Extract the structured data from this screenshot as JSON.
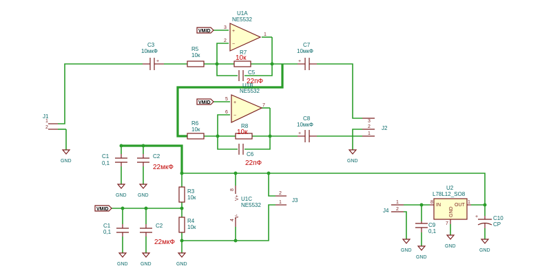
{
  "components": {
    "u1a": {
      "ref": "U1A",
      "value": "NE5532",
      "pins": [
        "3",
        "2",
        "1"
      ],
      "plus": "+",
      "minus": "−"
    },
    "u1b": {
      "ref": "U1B",
      "value": "NE5532",
      "pins": [
        "5",
        "6",
        "7"
      ],
      "plus": "+",
      "minus": "−"
    },
    "u1c": {
      "ref": "U1C",
      "value": "NE5532",
      "vplus": "V+",
      "vminus": "V-",
      "pin_top": "8",
      "pin_bottom": "4"
    },
    "c3": {
      "ref": "C3",
      "value": "10мкФ"
    },
    "c7": {
      "ref": "C7",
      "value": "10мкФ"
    },
    "c8": {
      "ref": "C8",
      "value": "10мкФ"
    },
    "r5": {
      "ref": "R5",
      "value": "10к"
    },
    "r6": {
      "ref": "R6",
      "value": "10к"
    },
    "r7": {
      "ref": "R7",
      "value": "10к"
    },
    "r8": {
      "ref": "R8",
      "value": "10к"
    },
    "r3": {
      "ref": "R3",
      "value": "10к"
    },
    "r4": {
      "ref": "R4",
      "value": "10к"
    },
    "c5": {
      "ref": "C5",
      "value": "22пФ"
    },
    "c6": {
      "ref": "C6",
      "value": "22пФ"
    },
    "c1_top": {
      "ref": "C1",
      "value": "0,1"
    },
    "c2_top": {
      "ref": "C2",
      "value": "22мкФ"
    },
    "c1_bot": {
      "ref": "C1",
      "value": "0,1"
    },
    "c2_bot": {
      "ref": "C2",
      "value": "22мкФ"
    },
    "c9": {
      "ref": "C9",
      "value": "0,1"
    },
    "c10": {
      "ref": "C10",
      "value": "CP"
    },
    "u2": {
      "ref": "U2",
      "value": "L78L12_SO8",
      "in_label": "IN",
      "out_label": "OUT",
      "gnd_label": "GND",
      "pin_in": "8",
      "pin_out": "1",
      "pin_gnd": "7"
    },
    "j1": {
      "ref": "J1",
      "pins": [
        "1",
        "2"
      ]
    },
    "j2": {
      "ref": "J2",
      "pins": [
        "3",
        "2",
        "1"
      ]
    },
    "j3": {
      "ref": "J3",
      "pins": [
        "2",
        "1"
      ]
    },
    "j4": {
      "ref": "J4",
      "pins": [
        "1",
        "2"
      ]
    }
  },
  "net_labels": {
    "vmid": "VMID",
    "gnd": "GND"
  }
}
